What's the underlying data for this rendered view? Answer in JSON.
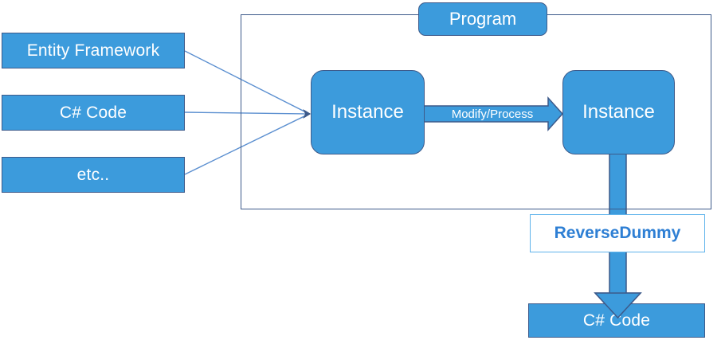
{
  "diagram": {
    "title": "Program",
    "sources": [
      {
        "label": "Entity Framework"
      },
      {
        "label": "C# Code"
      },
      {
        "label": "etc.."
      }
    ],
    "container": {
      "tag_label": "Program"
    },
    "instances": [
      {
        "label": "Instance"
      },
      {
        "label": "Instance"
      }
    ],
    "transform_arrow": {
      "label": "Modify/Process"
    },
    "reverse_tool": {
      "label": "ReverseDummy"
    },
    "output": {
      "label": "C# Code"
    },
    "colors": {
      "box_fill": "#3C9BDC",
      "box_border": "#3D5A8A",
      "container_border": "#3D5A8A",
      "connector_line": "#5B8FD0",
      "outline_box_border": "#5FB3EB",
      "outline_box_text": "#2E7FD4",
      "box_text": "#FFFFFF",
      "background": "#FFFFFF"
    }
  }
}
